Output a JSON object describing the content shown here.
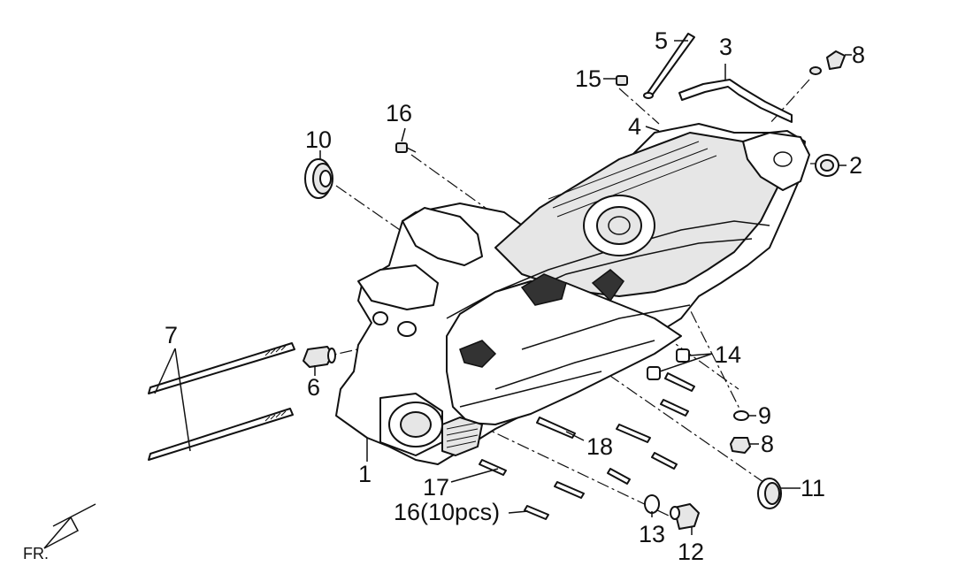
{
  "callouts": {
    "c1": "1",
    "c2": "2",
    "c3": "3",
    "c4": "4",
    "c5": "5",
    "c6": "6",
    "c7": "7",
    "c8a": "8",
    "c8b": "8",
    "c9": "9",
    "c10": "10",
    "c11": "11",
    "c12": "12",
    "c13": "13",
    "c14": "14",
    "c15": "15",
    "c16a": "16",
    "c16b": "16(10pcs)",
    "c17": "17",
    "c18": "18"
  },
  "orientation": {
    "label": "FR."
  }
}
